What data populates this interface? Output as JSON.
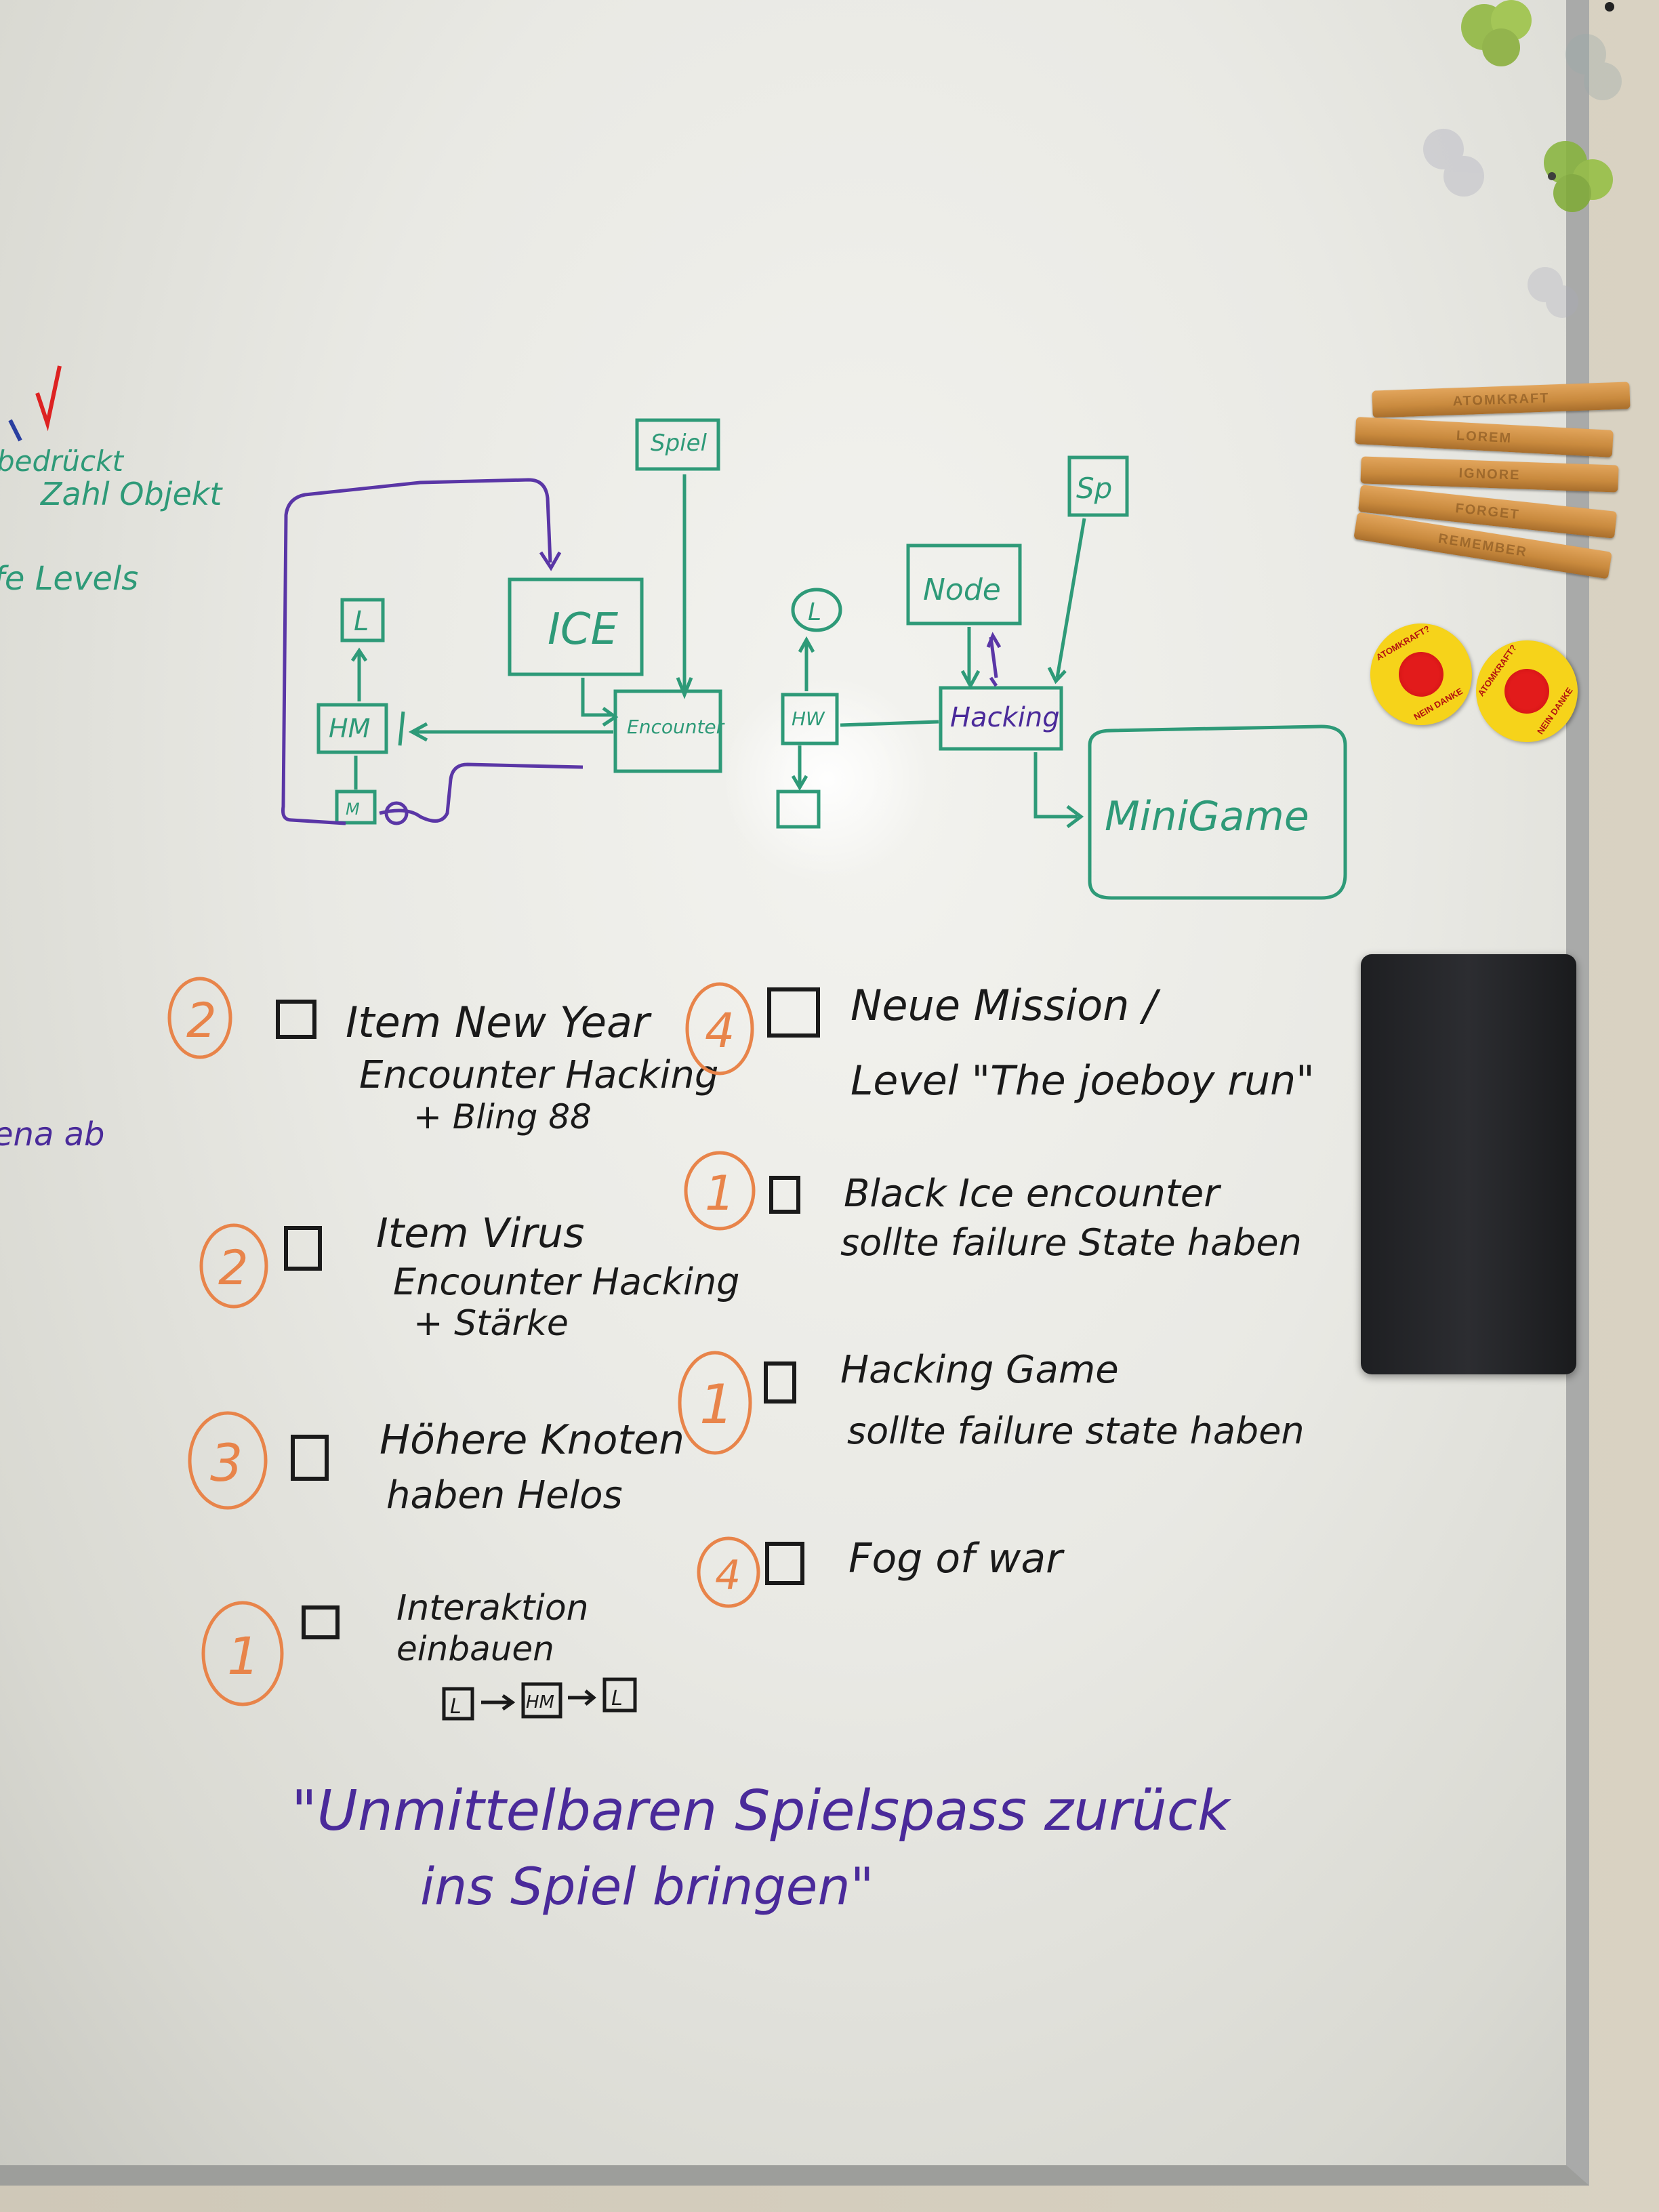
{
  "left_edge": {
    "line1": "bedrückt",
    "line2": "Zahl Objekt",
    "line3": "fe Levels",
    "line4": "ena ab"
  },
  "diagram": {
    "spiel_box": "Spiel",
    "ice_box": "ICE",
    "encounter_box": "Encounter",
    "hm_box": "HM",
    "l_box": "L",
    "m_box": "M",
    "sp_box": "Sp",
    "node_box": "Node",
    "hacking_box": "Hacking",
    "hw_box": "HW",
    "l_circle": "L",
    "minigame_box": "MiniGame"
  },
  "tasks_left": [
    {
      "priority": "2",
      "title": "Item New Year",
      "line2": "Encounter Hacking",
      "line3": "+ Bling 88"
    },
    {
      "priority": "2",
      "title": "Item Virus",
      "line2": "Encounter Hacking",
      "line3": "+ Stärke"
    },
    {
      "priority": "3",
      "title": "Höhere Knoten",
      "line2": "haben Helos",
      "line3": ""
    },
    {
      "priority": "1",
      "title": "Interaktion",
      "line2": "einbauen",
      "line3": ""
    }
  ],
  "tasks_right": [
    {
      "priority": "4",
      "title": "Neue Mission /",
      "line2": "Level \"The joeboy run\""
    },
    {
      "priority": "1",
      "title": "Black Ice encounter",
      "line2": "sollte failure State haben"
    },
    {
      "priority": "1",
      "title": "Hacking Game",
      "line2": "sollte failure state haben"
    },
    {
      "priority": "4",
      "title": "Fog of war",
      "line2": ""
    }
  ],
  "flow_mini": {
    "a": "L",
    "b": "HM",
    "c": "L"
  },
  "quote": {
    "line1": "\"Unmittelbaren Spielspass zurück",
    "line2": "ins Spiel bringen\""
  },
  "pins": [
    "ATOMKRAFT",
    "LOREM",
    "IGNORE",
    "FORGET",
    "REMEMBER"
  ],
  "badges": [
    {
      "top": "ATOMKRAFT?",
      "bottom": "NEIN DANKE"
    },
    {
      "top": "ATOMKRAFT?",
      "bottom": "NEIN DANKE"
    }
  ],
  "colors": {
    "green_marker": "#2e9a78",
    "purple_marker": "#4a2a9a",
    "black_marker": "#1a1a1a",
    "orange_marker": "#e8844a",
    "red_check": "#d22"
  }
}
